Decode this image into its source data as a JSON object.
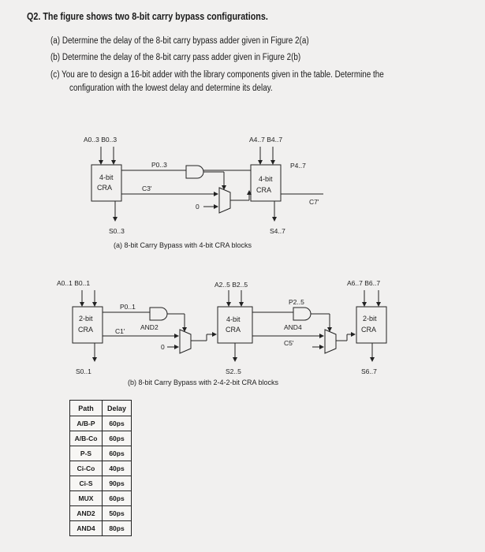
{
  "question": {
    "title": "Q2. The figure shows two 8-bit carry bypass configurations.",
    "part_a": "(a) Determine the delay of the 8-bit carry bypass adder given in Figure 2(a)",
    "part_b": "(b) Determine the delay of the 8-bit carry pass adder given in Figure 2(b)",
    "part_c_line1": "(c) You are to design a 16-bit adder with the library components given in the table. Determine the",
    "part_c_line2": "configuration with the lowest delay and determine its delay."
  },
  "figure_a": {
    "in_left": "A0..3 B0..3",
    "in_right": "A4..7 B4..7",
    "block_left": [
      "4-bit",
      "CRA"
    ],
    "block_right": [
      "4-bit",
      "CRA"
    ],
    "p_left": "P0..3",
    "p_right": "P4..7",
    "carry_mid": "C3'",
    "carry_out": "C7'",
    "zero": "0",
    "out_left": "S0..3",
    "out_right": "S4..7",
    "caption": "(a) 8-bit Carry Bypass with 4-bit CRA blocks"
  },
  "figure_b": {
    "in_1": "A0..1 B0..1",
    "in_2": "A2..5 B2..5",
    "in_3": "A6..7 B6..7",
    "block_1": [
      "2-bit",
      "CRA"
    ],
    "block_2": [
      "4-bit",
      "CRA"
    ],
    "block_3": [
      "2-bit",
      "CRA"
    ],
    "p_1": "P0..1",
    "p_2": "P2..5",
    "carry_1": "C1'",
    "carry_2": "C5'",
    "gate_1": "AND2",
    "gate_2": "AND4",
    "zero": "0",
    "out_1": "S0..1",
    "out_2": "S2..5",
    "out_3": "S6..7",
    "caption": "(b) 8-bit Carry Bypass with 2-4-2-bit CRA blocks"
  },
  "delay_table": {
    "headers": [
      "Path",
      "Delay"
    ],
    "rows": [
      [
        "A/B-P",
        "60ps"
      ],
      [
        "A/B-Co",
        "60ps"
      ],
      [
        "P-S",
        "60ps"
      ],
      [
        "Ci-Co",
        "40ps"
      ],
      [
        "Ci-S",
        "90ps"
      ],
      [
        "MUX",
        "60ps"
      ],
      [
        "AND2",
        "50ps"
      ],
      [
        "AND4",
        "80ps"
      ]
    ]
  }
}
